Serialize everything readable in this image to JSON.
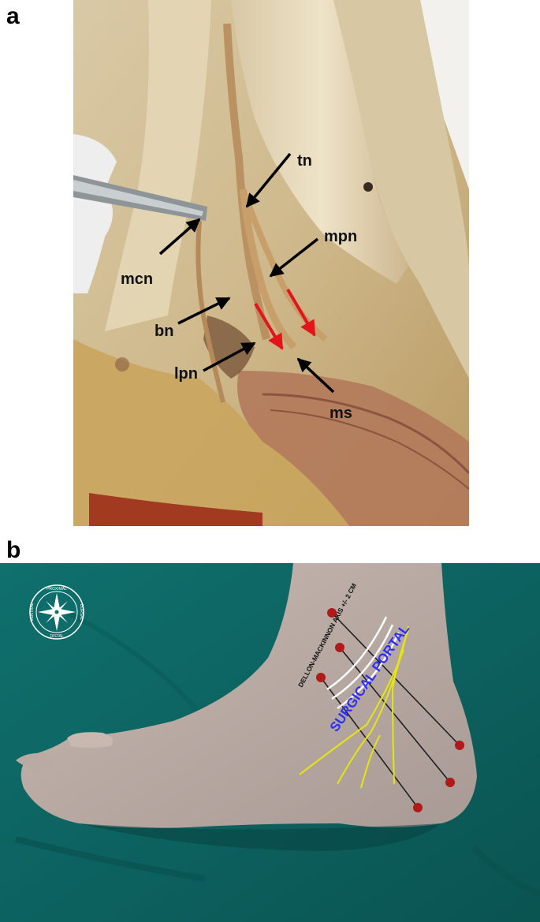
{
  "panel_a": {
    "letter": "a",
    "labels": {
      "tn": "tn",
      "mpn": "mpn",
      "mcn": "mcn",
      "bn": "bn",
      "lpn": "lpn",
      "ms": "ms"
    }
  },
  "panel_b": {
    "letter": "b",
    "compass": {
      "top": "PROXIMAL",
      "bottom": "DISTAL",
      "left": "VENTRAL",
      "right": "DORSAL"
    },
    "axis_label": "DELLON-MACKINNON AXIS +/- 2 CM",
    "portal_label": "SURGICAL PORTAL",
    "colors": {
      "drape": "#0f6f6c",
      "skin": "#b6a8a1",
      "markers": "#b01a1a",
      "nerve_lines": "#e6e60e",
      "axis_lines": "#ffffff",
      "portal_text": "#2d2dff"
    }
  }
}
